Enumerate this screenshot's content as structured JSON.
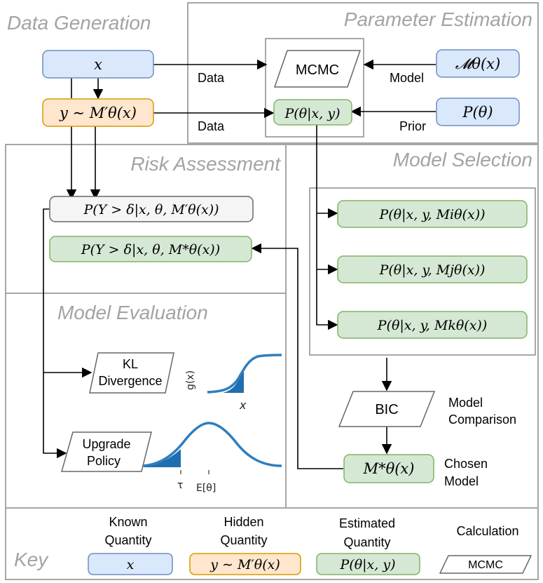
{
  "sections": {
    "data_generation": "Data Generation",
    "parameter_estimation": "Parameter Estimation",
    "risk_assessment": "Risk Assessment",
    "model_selection": "Model Selection",
    "model_evaluation": "Model Evaluation",
    "key": "Key"
  },
  "nodes": {
    "x": "x",
    "y": "y ∼ M′θ(x)",
    "mcmc": "MCMC",
    "posterior": "P(θ|x, y)",
    "model": "𝓜θ(x)",
    "prior": "P(θ)",
    "risk_grey": "P(Y > δ|x, θ, M′θ(x))",
    "risk_green": "P(Y > δ|x, θ, M*θ(x))",
    "post_i": "P(θ|x, y, Miθ(x))",
    "post_j": "P(θ|x, y, Mjθ(x))",
    "post_k": "P(θ|x, y, Mkθ(x))",
    "bic": "BIC",
    "chosen": "M*θ(x)",
    "kl_line1": "KL",
    "kl_line2": "Divergence",
    "upgrade_line1": "Upgrade",
    "upgrade_line2": "Policy"
  },
  "edge_labels": {
    "data1": "Data",
    "data2": "Data",
    "model": "Model",
    "prior": "Prior",
    "model_comparison_1": "Model",
    "model_comparison_2": "Comparison",
    "chosen_model_1": "Chosen",
    "chosen_model_2": "Model"
  },
  "plots": {
    "sigmoid_ylabel": "g(x)",
    "sigmoid_xlabel": "x",
    "tau": "τ",
    "expectation": "E[θ]"
  },
  "key": {
    "known_1": "Known",
    "known_2": "Quantity",
    "hidden_1": "Hidden",
    "hidden_2": "Quantity",
    "estimated_1": "Estimated",
    "estimated_2": "Quantity",
    "calculation": "Calculation",
    "sample_known": "x",
    "sample_hidden": "y ∼ M′θ(x)",
    "sample_estimated": "P(θ|x, y)",
    "sample_calc": "MCMC"
  },
  "colors": {
    "known": "#dae8fc",
    "hidden": "#ffe6cc",
    "estimated": "#d5e8d4",
    "calculation": "#ffffff"
  }
}
